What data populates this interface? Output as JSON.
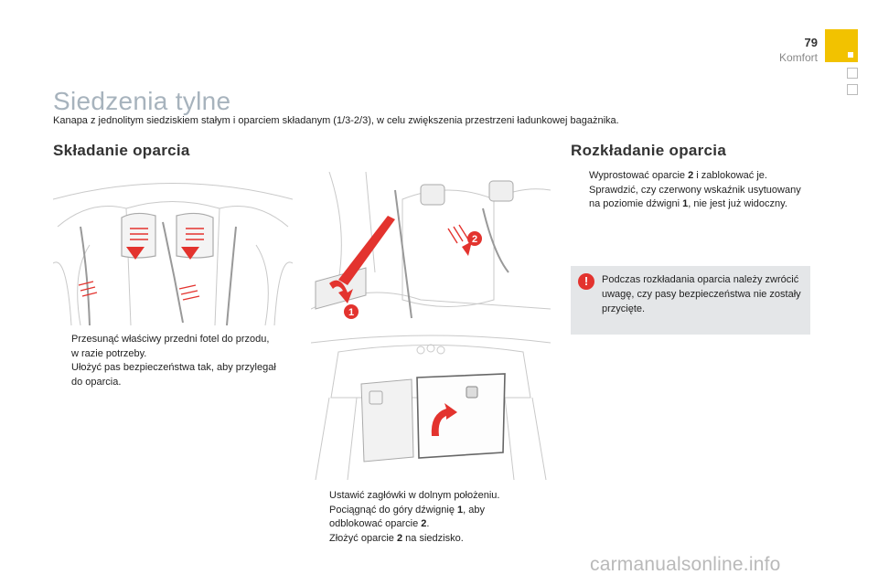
{
  "header": {
    "page_number": "79",
    "section": "Komfort"
  },
  "title": "Siedzenia tylne",
  "subtitle": "Kanapa z jednolitym siedziskiem stałym i oparciem składanym (1/3-2/3), w celu zwiększenia przestrzeni ładunkowej bagażnika.",
  "left": {
    "heading": "Składanie oparcia",
    "steps": [
      "Przesunąć właściwy przedni fotel do przodu, w razie potrzeby.",
      "Ułożyć pas bezpieczeństwa tak, aby przylegał do oparcia."
    ]
  },
  "middle": {
    "callouts": [
      "1",
      "2"
    ],
    "steps": [
      {
        "before": "Ustawić zagłówki w dolnym położeniu.",
        "bold": "",
        "after": ""
      },
      {
        "before": "Pociągnąć do góry dźwignię ",
        "bold": "1",
        "after": ", aby"
      },
      {
        "before": "odblokować oparcie ",
        "bold": "2",
        "after": "."
      },
      {
        "before": "Złożyć oparcie ",
        "bold": "2",
        "after": " na siedzisko."
      }
    ]
  },
  "right": {
    "heading": "Rozkładanie oparcia",
    "steps": [
      {
        "before": "Wyprostować oparcie ",
        "bold": "2",
        "after": " i zablokować je."
      },
      {
        "before": "Sprawdzić, czy czerwony wskaźnik usytuowany na poziomie dźwigni ",
        "bold": "1",
        "after": ", nie jest już widoczny."
      }
    ],
    "warning": "Podczas rozkładania oparcia należy zwrócić uwagę, czy pasy bezpieczeństwa nie zostały przycięte."
  },
  "bullet_glyph": "",
  "watermark": "carmanualsonline.info",
  "colors": {
    "title": "#a7b3bd",
    "accent_tab": "#f2c200",
    "arrow_red": "#e3332e",
    "warning_bg": "#e4e6e8"
  }
}
